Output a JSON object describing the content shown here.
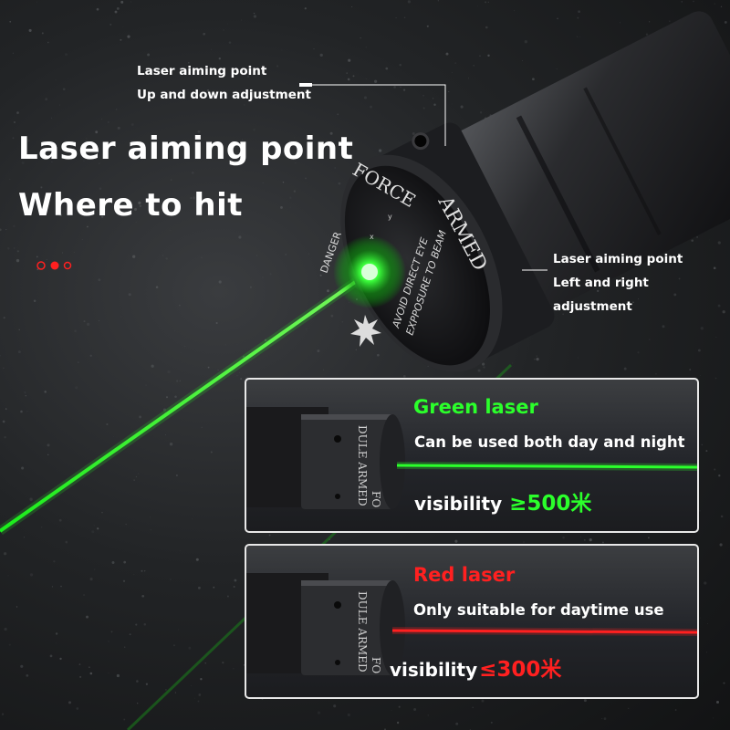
{
  "headline": {
    "line1": "Laser aiming point",
    "line2": "Where to hit"
  },
  "callout_top": {
    "line1": "Laser aiming point",
    "line2": "Up and down adjustment"
  },
  "callout_right": {
    "line1": "Laser aiming point",
    "line2": "Left and right adjustment"
  },
  "device_text": {
    "ring": "FORCE",
    "armed": "ARMED",
    "danger": "DANGER",
    "warning1": "AVOID DIRECT EYE",
    "warning2": "EXPPOSURE TO BEAM",
    "axis_x": "x",
    "axis_y": "y"
  },
  "green_panel": {
    "title": "Green laser",
    "description": "Can be used both day and night",
    "visibility_label": "visibility",
    "visibility_value": "≥500米",
    "barrel_text1": "DULE ARMED",
    "barrel_text2": "FO"
  },
  "red_panel": {
    "title": "Red laser",
    "description": "Only suitable for daytime use",
    "visibility_label": "visibility",
    "visibility_value": "≤300米",
    "barrel_text1": "DULE ARMED",
    "barrel_text2": "FO"
  },
  "colors": {
    "green": "#2bff2b",
    "red": "#ff2020",
    "white": "#ffffff"
  }
}
